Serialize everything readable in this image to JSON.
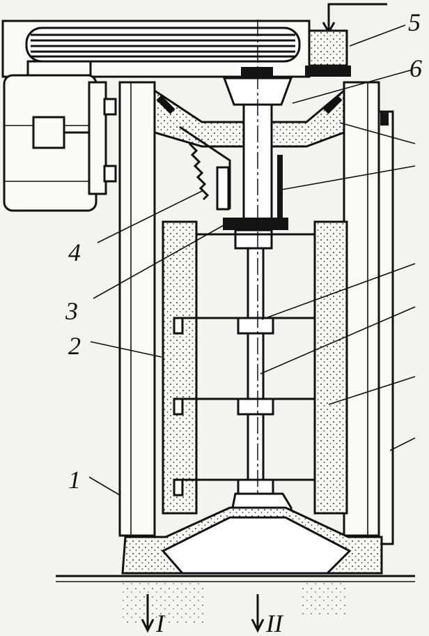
{
  "diagram": {
    "labels": {
      "l1": "1",
      "l2": "2",
      "l3": "3",
      "l4": "4",
      "l5": "5",
      "l6": "6"
    },
    "outputs": {
      "out1": "I",
      "out2": "II"
    }
  }
}
